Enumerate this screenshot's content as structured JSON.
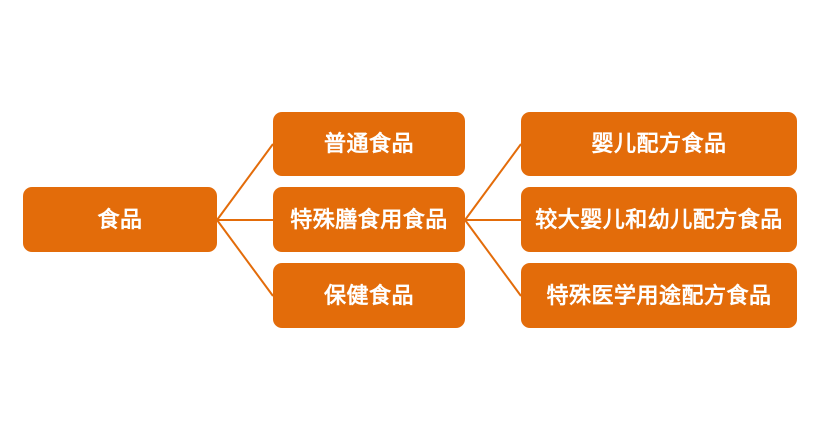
{
  "diagram": {
    "type": "tree",
    "direction": "left-to-right",
    "colors": {
      "node_fill": "#E36C0A",
      "node_text": "#FFFFFF",
      "connector": "#E36C0A",
      "background": "#FFFFFF"
    },
    "root": {
      "label": "食品"
    },
    "level1": [
      {
        "label": "普通食品",
        "parent": "食品"
      },
      {
        "label": "特殊膳食用食品",
        "parent": "食品"
      },
      {
        "label": "保健食品",
        "parent": "食品"
      }
    ],
    "level2": [
      {
        "label": "婴儿配方食品",
        "parent": "特殊膳食用食品"
      },
      {
        "label": "较大婴儿和幼儿配方食品",
        "parent": "特殊膳食用食品"
      },
      {
        "label": "特殊医学用途配方食品",
        "parent": "特殊膳食用食品"
      }
    ]
  }
}
